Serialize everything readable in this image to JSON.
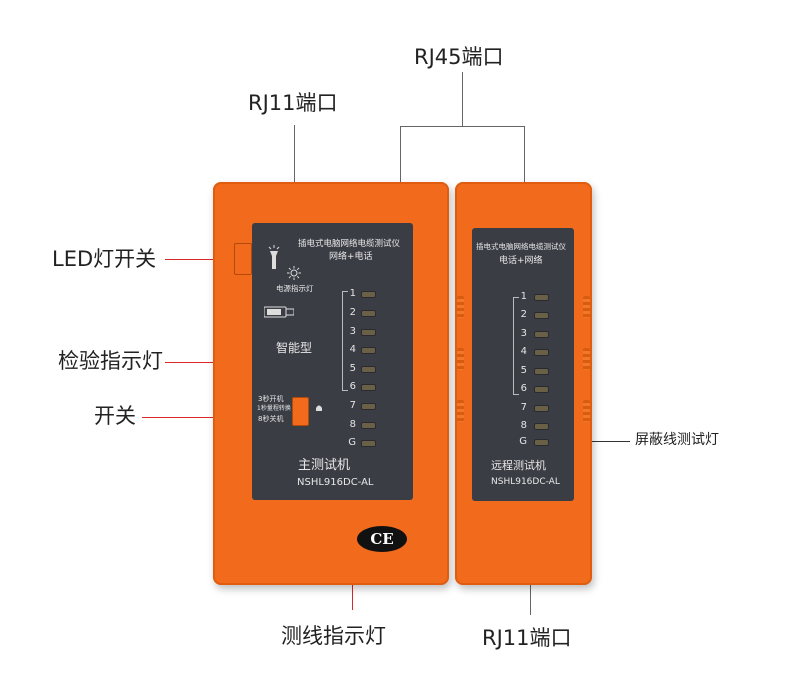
{
  "callouts": {
    "rj45_port": "RJ45端口",
    "rj11_top": "RJ11端口",
    "led_switch": "LED灯开关",
    "check_indicator": "检验指示灯",
    "power_switch": "开关",
    "shield_test_light": "屏蔽线测试灯",
    "line_indicator": "测线指示灯",
    "rj11_bottom": "RJ11端口"
  },
  "main_unit": {
    "title": "插电式电脑网络电缆测试仪",
    "subtitle": "网络+电话",
    "power_indicator_label": "电源指示灯",
    "smart_label": "智能型",
    "switch_labels": [
      "3秒开机",
      "1秒量程转换",
      "8秒关机"
    ],
    "name": "主测试机",
    "model": "NSHL916DC-AL",
    "pins": [
      "1",
      "2",
      "3",
      "4",
      "5",
      "6",
      "7",
      "8",
      "G"
    ]
  },
  "remote_unit": {
    "title": "插电式电脑网络电缆测试仪",
    "subtitle": "电话+网络",
    "name": "远程测试机",
    "model": "NSHL916DC-AL",
    "pins": [
      "1",
      "2",
      "3",
      "4",
      "5",
      "6",
      "7",
      "8",
      "G"
    ]
  },
  "ce_mark": "CE"
}
